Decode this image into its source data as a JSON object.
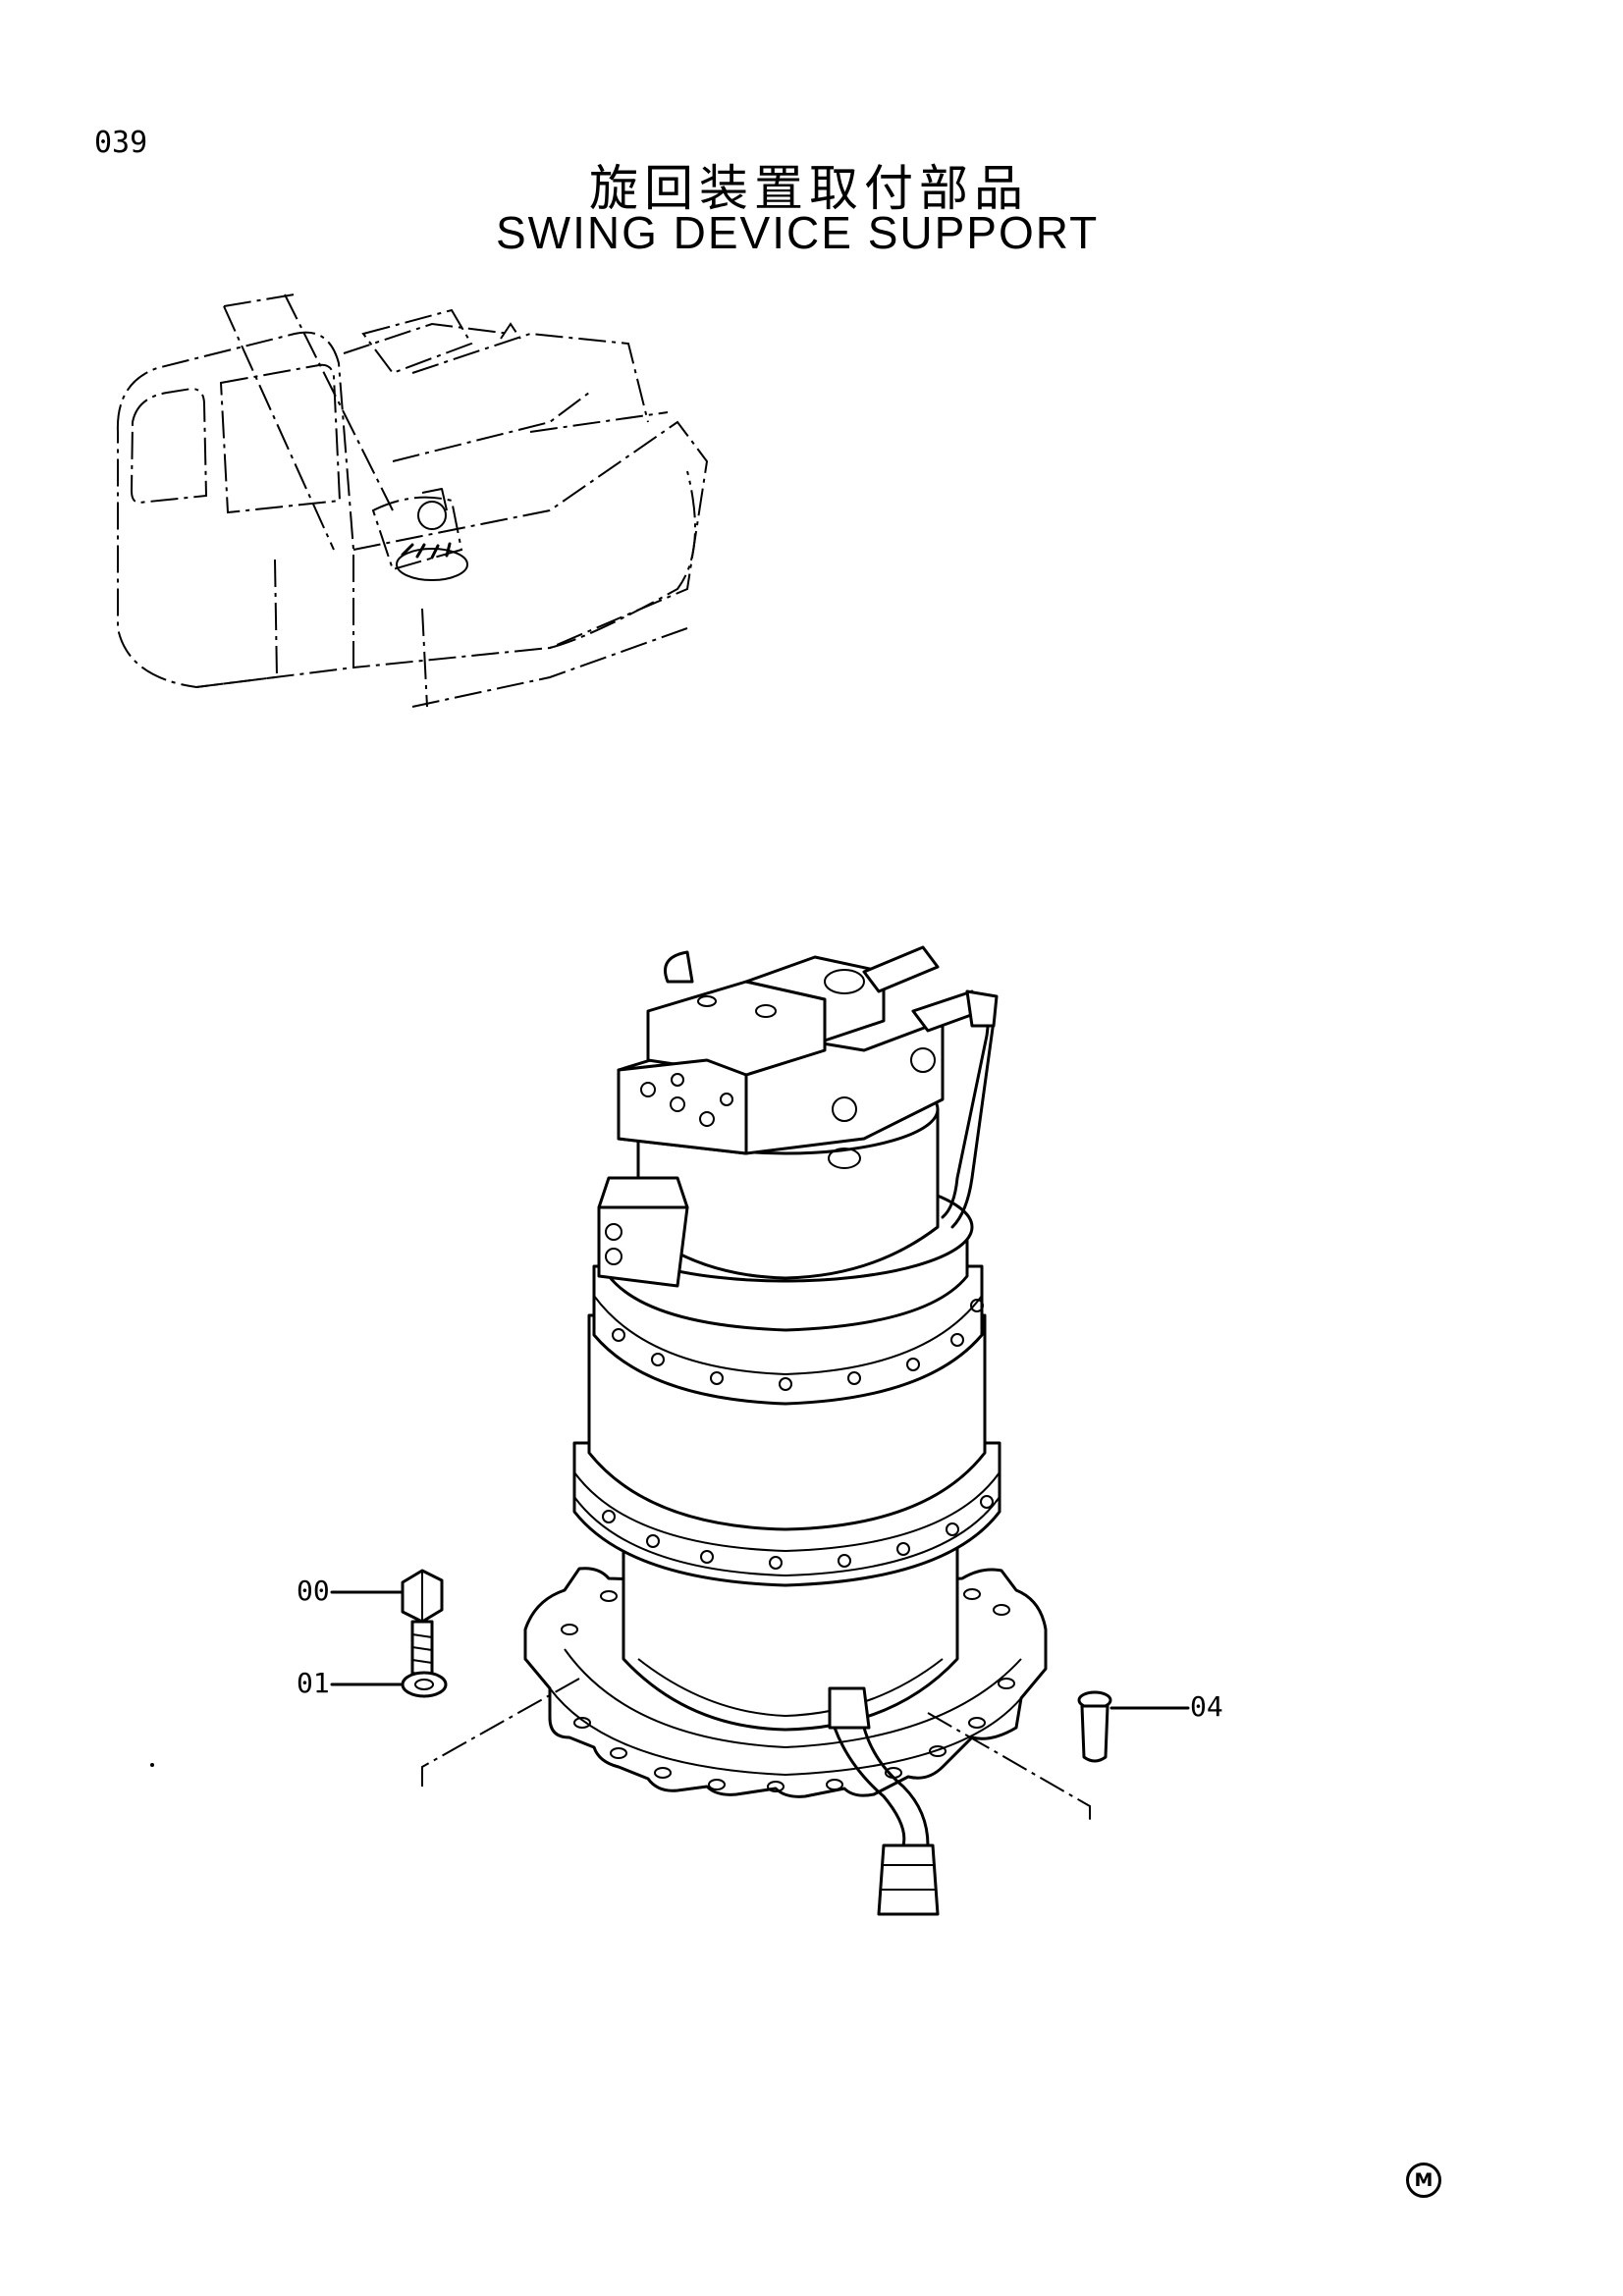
{
  "page": {
    "number": "039"
  },
  "title": {
    "japanese": "旋回装置取付部品",
    "english": "SWING DEVICE SUPPORT"
  },
  "callouts": [
    {
      "id": "bolt",
      "label": "00"
    },
    {
      "id": "washer",
      "label": "01"
    },
    {
      "id": "pin",
      "label": "04"
    }
  ],
  "footer": {
    "mark": "M"
  }
}
